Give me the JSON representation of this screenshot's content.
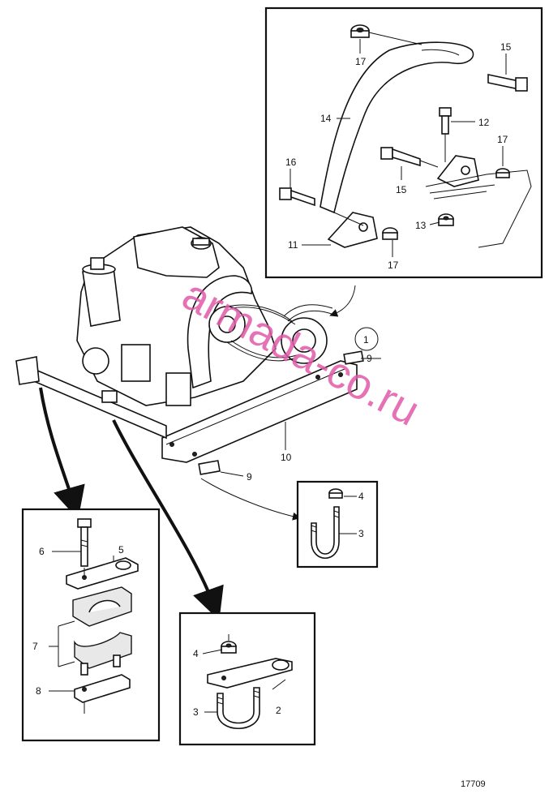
{
  "labels": {
    "l17a": "17",
    "l15a": "15",
    "l14": "14",
    "l12": "12",
    "l17b": "17",
    "l16": "16",
    "l15b": "15",
    "l13": "13",
    "l11": "11",
    "l17c": "17",
    "l1": "1",
    "l9a": "9",
    "l10": "10",
    "l9b": "9",
    "l4a": "4",
    "l3a": "3",
    "l6": "6",
    "l5": "5",
    "l7": "7",
    "l8": "8",
    "l4b": "4",
    "l2": "2",
    "l3b": "3"
  },
  "watermark": "armada-co.ru",
  "figure_number": "17709"
}
